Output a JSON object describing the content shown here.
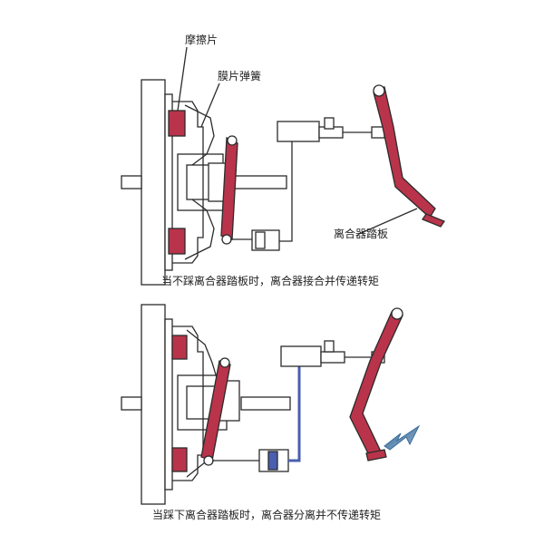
{
  "labels": {
    "friction_plate": "摩擦片",
    "diaphragm_spring": "膜片弹簧",
    "clutch_pedal": "离合器踏板"
  },
  "captions": {
    "engaged": "当不踩离合器踏板时，离合器接合并传递转矩",
    "disengaged": "当踩下离合器踏板时，离合器分离并不传递转矩"
  },
  "colors": {
    "red": "#b9344a",
    "blue": "#4a5fb0",
    "line": "#2b2b2b",
    "arrow": "#5b7fa8"
  }
}
